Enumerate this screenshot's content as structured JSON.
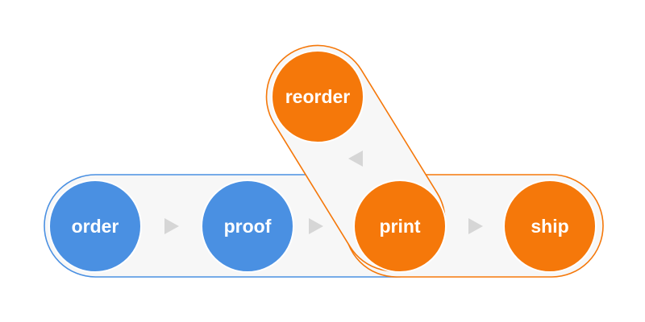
{
  "colors": {
    "blue": "#4a90e2",
    "orange": "#f5780a",
    "track_fill": "#f7f7f7",
    "arrow": "#d6d6d6",
    "text": "#ffffff",
    "background": "#ffffff"
  },
  "tracks": [
    {
      "name": "front-track",
      "color": "blue"
    },
    {
      "name": "fulfillment-track",
      "color": "orange"
    }
  ],
  "nodes": [
    {
      "id": "order",
      "label": "order",
      "color": "blue"
    },
    {
      "id": "proof",
      "label": "proof",
      "color": "blue"
    },
    {
      "id": "print",
      "label": "print",
      "color": "orange"
    },
    {
      "id": "ship",
      "label": "ship",
      "color": "orange"
    },
    {
      "id": "reorder",
      "label": "reorder",
      "color": "orange"
    }
  ],
  "edges": [
    {
      "from": "order",
      "to": "proof",
      "icon": "triangle-right-icon"
    },
    {
      "from": "proof",
      "to": "print",
      "icon": "triangle-right-icon"
    },
    {
      "from": "print",
      "to": "ship",
      "icon": "triangle-right-icon"
    },
    {
      "from": "print",
      "to": "reorder",
      "icon": "triangle-left-icon"
    }
  ]
}
